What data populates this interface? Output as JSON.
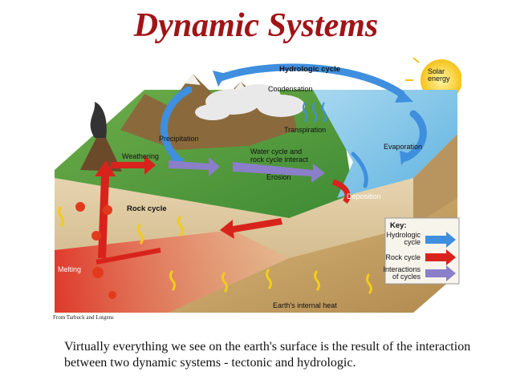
{
  "title": "Dynamic Systems",
  "diagram": {
    "labels": {
      "hydrologic_cycle": "Hydrologic cycle",
      "solar_line1": "Solar",
      "solar_line2": "energy",
      "condensation": "Condensation",
      "transpiration": "Transpiration",
      "precipitation": "Precipitation",
      "evaporation": "Evaporation",
      "weathering": "Weathering",
      "interact_line1": "Water cycle and",
      "interact_line2": "rock cycle interact",
      "erosion": "Erosion",
      "deposition": "Deposition",
      "rock_cycle": "Rock cycle",
      "melting": "Melting",
      "internal_heat": "Earth's internal heat"
    },
    "key": {
      "title": "Key:",
      "hydro_line1": "Hydrologic",
      "hydro_line2": "cycle",
      "rock": "Rock cycle",
      "inter_line1": "Interactions",
      "inter_line2": "of cycles"
    },
    "colors": {
      "hydrologic": "#3f8fde",
      "rock": "#d8231c",
      "interaction": "#8a7fc8"
    }
  },
  "credit": "From Tarbuck and Lutgens",
  "caption": "Virtually everything we see on the earth's surface is the result of the interaction between two dynamic systems - tectonic and hydrologic."
}
